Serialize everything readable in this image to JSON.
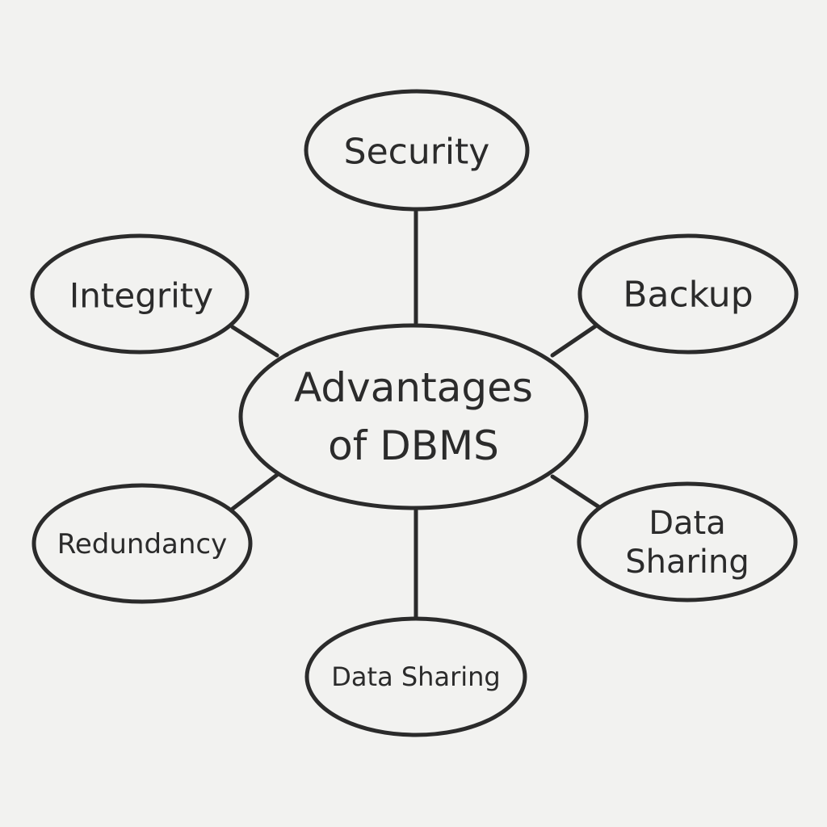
{
  "diagram": {
    "center": {
      "label_line1": "Advantages",
      "label_line2": "of DBMS"
    },
    "nodes": [
      {
        "label": "Security"
      },
      {
        "label": "Backup"
      },
      {
        "label_line1": "Data",
        "label_line2": "Sharing"
      },
      {
        "label": "Data Sharing"
      },
      {
        "label": "Redundancy"
      },
      {
        "label": "Integrity"
      }
    ]
  },
  "colors": {
    "stroke": "#2b2b2b",
    "background": "#f2f2f0"
  }
}
